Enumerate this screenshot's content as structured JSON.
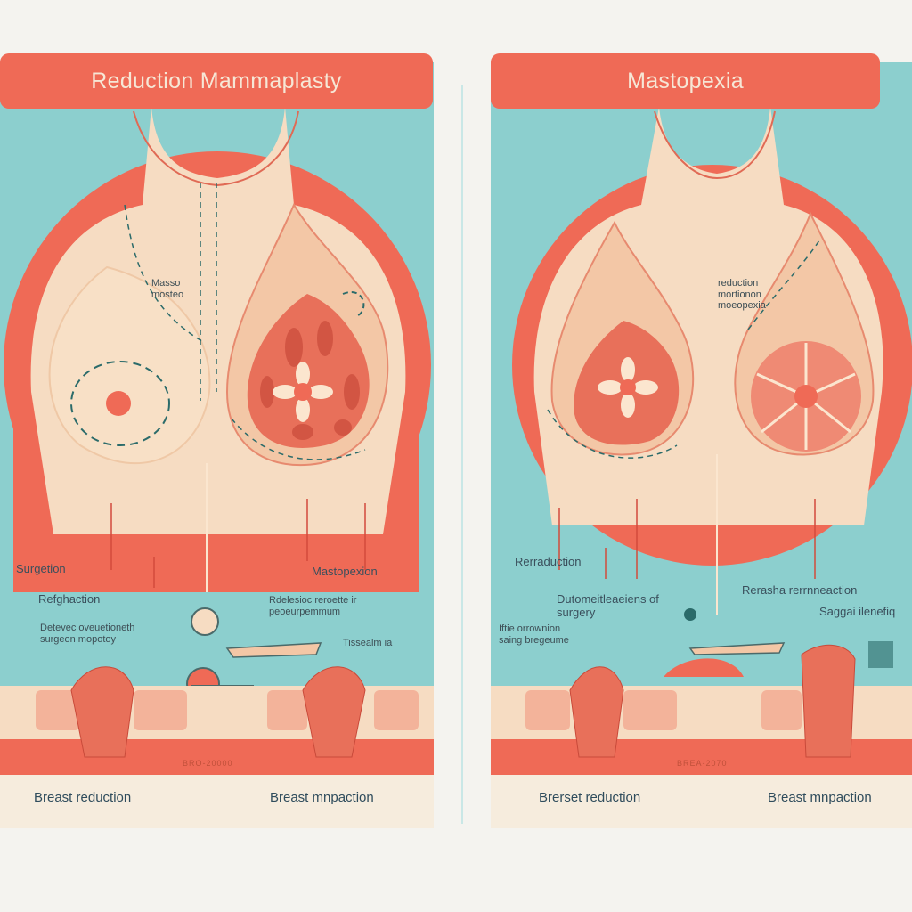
{
  "titles": {
    "left": "Reduction Mammaplasty",
    "right": "Mastopexia"
  },
  "left": {
    "label_massa": "Masso\nmosteo",
    "label_surgation": "Surgetion",
    "label_refgaction": "Refghaction",
    "label_deteves": "Detevec oveuetioneth\nsurgeon mopotoy",
    "label_mastopexion": "Mastopexion",
    "label_reduction_proc": "Rdelesioc reroette ir\npeoeurpemmum",
    "label_tissue": "Tissealm ia",
    "label_code": "BRO-20000",
    "caption_left": "Breast reduction",
    "caption_right": "Breast mnpaction"
  },
  "right": {
    "label_reduction": "reduction\nmortionon\nmoeopexia",
    "label_reraduction": "Rerraduction",
    "label_dutom": "Dutomeitleaeiens of\nsurgery",
    "label_ifte": "Iftie orrownion\nsaing bregeume",
    "label_rerarsha": "Rerasha rerrnneaction",
    "label_seggai": "Saggai ilenefiq",
    "label_code": "BREA-2070",
    "caption_left": "Brerset reduction",
    "caption_right": "Breast mnpaction"
  },
  "colors": {
    "coral": "#ef6a56",
    "teal": "#8ccfce",
    "skin": "#f6dcc2",
    "tissue": "#e8705a"
  }
}
